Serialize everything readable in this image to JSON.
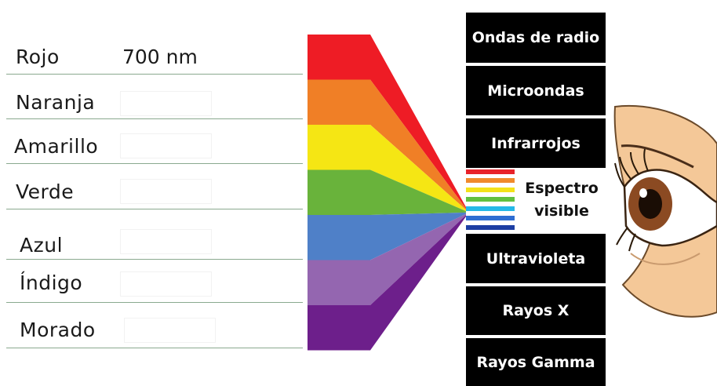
{
  "rows": [
    {
      "label": "Rojo",
      "value": "700 nm"
    },
    {
      "label": "Naranja",
      "value": ""
    },
    {
      "label": "Amarillo",
      "value": ""
    },
    {
      "label": "Verde",
      "value": ""
    },
    {
      "label": "Azul",
      "value": ""
    },
    {
      "label": "Índigo",
      "value": ""
    },
    {
      "label": "Morado",
      "value": ""
    }
  ],
  "spectrum_colors": [
    "#ee1c25",
    "#f07f26",
    "#f5e614",
    "#69b33b",
    "#4f80c8",
    "#9466b0",
    "#6d1f8b"
  ],
  "boxes": {
    "radio": "Ondas de radio",
    "micro": "Microondas",
    "infra": "Infrarrojos",
    "ultra": "Ultravioleta",
    "xray": "Rayos X",
    "gamma": "Rayos Gamma"
  },
  "visible": {
    "line1": "Espectro",
    "line2": "visible"
  },
  "visible_bar_colors": [
    "#e8222a",
    "#f08a2c",
    "#f4e21a",
    "#62c040",
    "#25b8e8",
    "#2e6dd2",
    "#1d3ea3"
  ],
  "eye_icon": "eye-icon"
}
